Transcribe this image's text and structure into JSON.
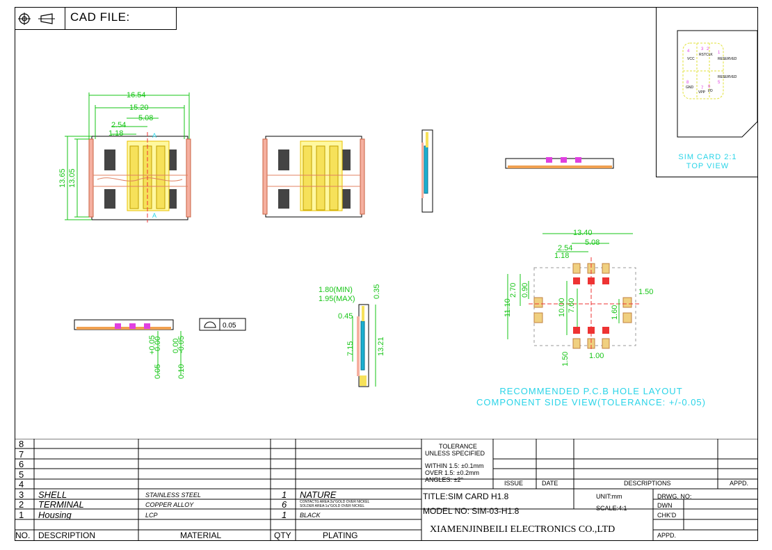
{
  "header": {
    "cad_file_label": "CAD FILE:"
  },
  "inset": {
    "caption_line1": "SIM CARD 2:1",
    "caption_line2": "TOP VIEW",
    "pins": [
      "4",
      "3",
      "2",
      "1",
      "8",
      "7",
      "6",
      "5"
    ],
    "pin_labels": [
      "VCC",
      "RST",
      "CLK",
      "RESERVED",
      "RESERVED",
      "GND",
      "VPP",
      "I/O"
    ]
  },
  "dims": {
    "d1654": "16.54",
    "d1520": "15.20",
    "d508": "5.08",
    "d254": "2.54",
    "d118": "1.18",
    "d1365": "13.65",
    "d1305": "13.05",
    "d005": "0.05",
    "d005_tol": "+0.05",
    "d005_tol2": "0.00",
    "d010": "0.10",
    "d010_tol": "0.00",
    "d010_tol2": "-0.05",
    "flat": "0.05",
    "d180min": "1.80(MIN)",
    "d195max": "1.95(MAX)",
    "d035": "0.35",
    "d045": "0.45",
    "d715": "7.15",
    "d1321": "13.21",
    "p1340": "13.40",
    "p508": "5.08",
    "p254": "2.54",
    "p118": "1.18",
    "p270": "2.70",
    "p090": "0.90",
    "p1110": "11.10",
    "p1000": "10.00",
    "p760": "7.60",
    "p150a": "1.50",
    "p160": "1.60",
    "p150b": "1.50",
    "p100": "1.00"
  },
  "pcb_note": {
    "line1": "RECOMMENDED P.C.B HOLE LAYOUT",
    "line2": "COMPONENT SIDE VIEW(TOLERANCE: +/-0.05)"
  },
  "bom": {
    "row_numbers": [
      "8",
      "7",
      "6",
      "5",
      "4",
      "3",
      "2",
      "1"
    ],
    "rows": [
      {
        "no": "3",
        "desc": "SHELL",
        "material": "STAINLESS STEEL",
        "qty": "1",
        "plating": "NATURE"
      },
      {
        "no": "2",
        "desc": "TERMINAL",
        "material": "COPPER ALLOY",
        "qty": "6",
        "plating": "CONTACTG AREA:3u\"GOLD OVER NICKEL",
        "plating2": "SOLDER AREA:1u\"GOLD OVER NICKEL"
      },
      {
        "no": "1",
        "desc": "Housing",
        "material": "LCP",
        "qty": "1",
        "plating": "BLACK"
      }
    ],
    "headers": {
      "no": "NO.",
      "desc": "DESCRIPTION",
      "material": "MATERIAL",
      "qty": "QTY",
      "plating": "PLATING"
    }
  },
  "title_block": {
    "tolerance_title": "TOLERANCE",
    "tolerance_sub": "UNLESS SPECIFIED",
    "within": "WITHIN 1.5: ±0.1mm",
    "over": "OVER 1.5:  ±0.2mm",
    "angles": "ANGLES: ±2°",
    "issue": "ISSUE",
    "date": "DATE",
    "descriptions": "DESCRIPTIONS",
    "appd": "APPD.",
    "title": "TITLE:SIM CARD H1.8",
    "unit": "UNIT:mm",
    "drwg_no": "DRWG. NO:",
    "model": "MODEL NO: SIM-03-H1.8",
    "scale": "SCALE:4:1",
    "dwn": "DWN",
    "chkd": "CHK'D",
    "company": "XIAMENJINBEILI ELECTRONICS CO.,LTD",
    "appd2": "APPD."
  }
}
